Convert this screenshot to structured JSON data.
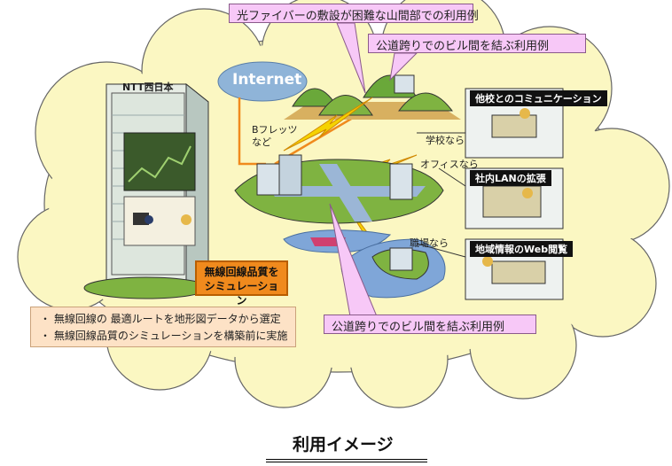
{
  "callouts": {
    "mountain": "光ファイバーの敷設が困難な山間部での利用例",
    "road_top": "公道跨りでのビル間を結ぶ利用例",
    "road_bottom": "公道跨りでのビル間を結ぶ利用例"
  },
  "network": {
    "internet": "Internet",
    "bflets_line1": "Bフレッツ",
    "bflets_line2": "など"
  },
  "building": {
    "logo": "NTT西日本"
  },
  "orange_box": {
    "line1": "無線回線品質を",
    "line2": "シミュレーション"
  },
  "bullets": [
    "・ 無線回線の 最適ルートを地形図データから選定",
    "・ 無線回線品質のシミュレーションを構築前に実施"
  ],
  "use_cases": [
    {
      "title": "他校とのコミュニケーション",
      "place": "学校なら"
    },
    {
      "title": "社内LANの拡張",
      "place": "オフィスなら"
    },
    {
      "title": "地域情報のWeb閲覧",
      "place": "職場なら"
    }
  ],
  "caption": "利用イメージ",
  "colors": {
    "cloud": "#fbf7c2",
    "callout": "#f7c8f7",
    "bullet_box": "#fde2c6",
    "orange": "#f08a1d",
    "internet": "#8fb4d8",
    "grass": "#7fb341",
    "water": "#7fa6d8"
  }
}
